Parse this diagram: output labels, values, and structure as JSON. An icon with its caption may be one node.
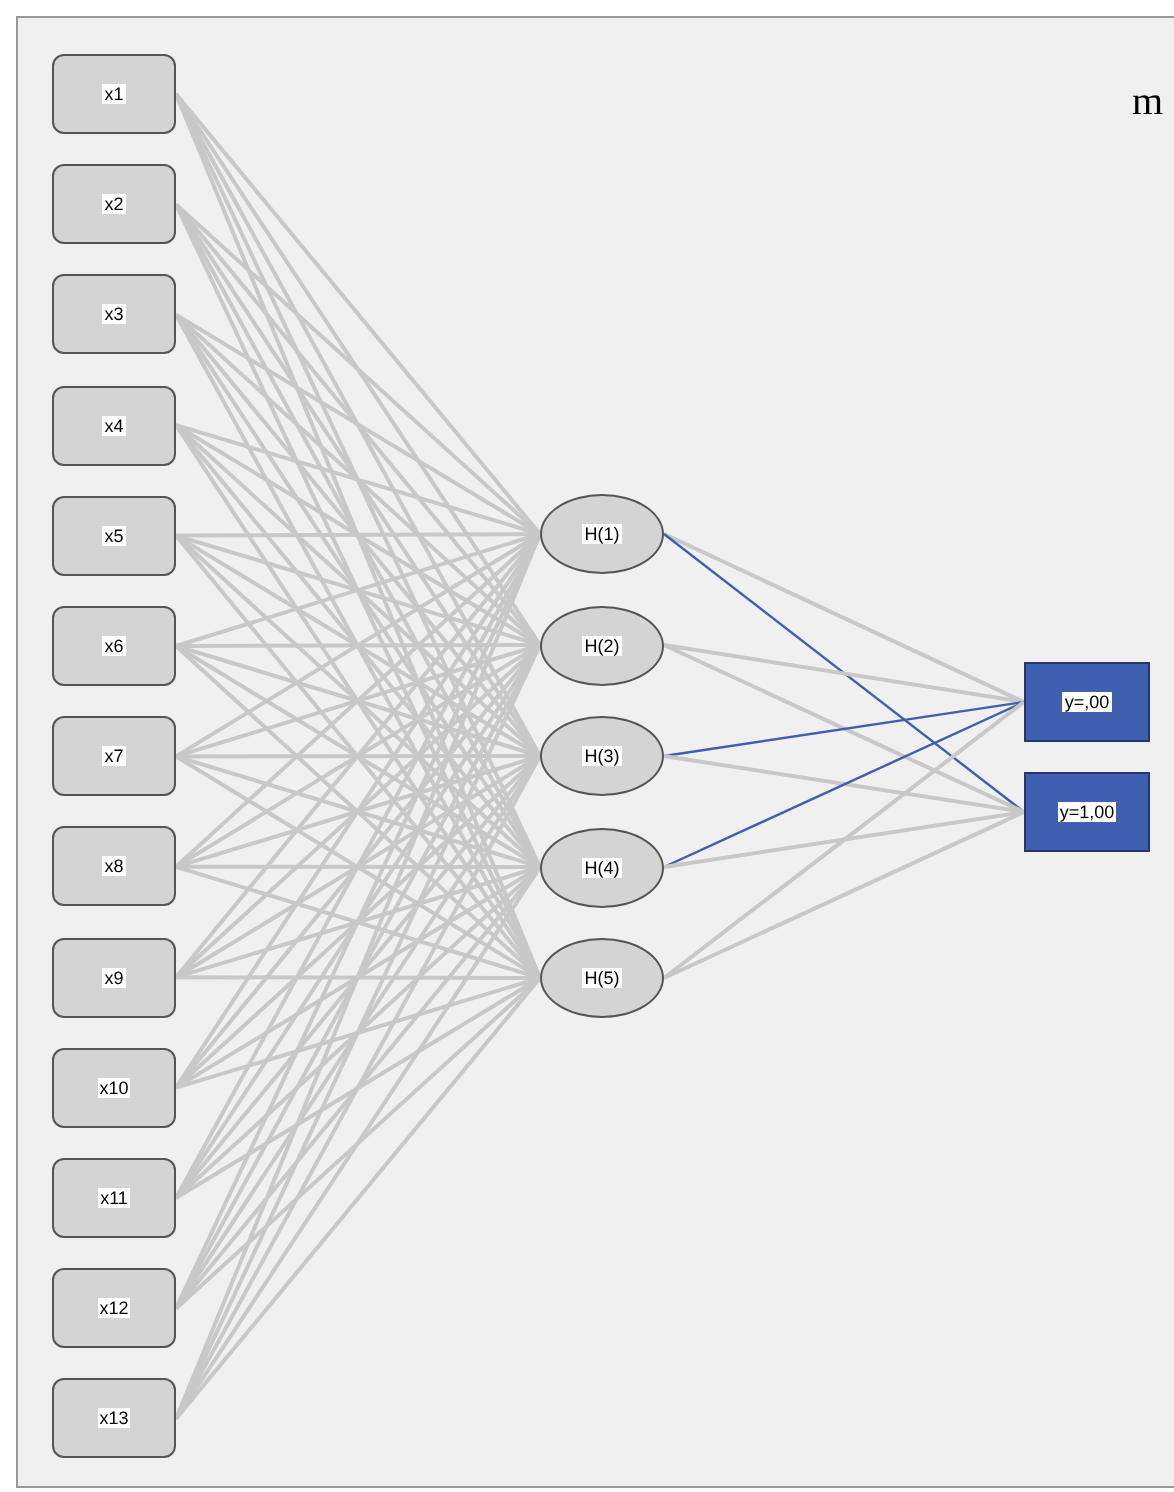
{
  "diagram": {
    "nodes": [
      {
        "text": [
          "x1"
        ]
      },
      {
        "text": [
          "x2"
        ]
      },
      {
        "text": [
          "x3"
        ]
      },
      {
        "text": [
          "x4"
        ]
      },
      {
        "text": [
          "x5"
        ]
      },
      {
        "text": [
          "x6"
        ]
      },
      {
        "text": [
          "x7"
        ]
      },
      {
        "text": [
          "x8"
        ]
      },
      {
        "text": [
          "x9"
        ]
      },
      {
        "text": [
          "x10"
        ]
      },
      {
        "text": [
          "x11"
        ]
      },
      {
        "text": [
          "x12"
        ]
      },
      {
        "text": [
          "x13"
        ]
      },
      {
        "text": [
          "H(1)"
        ]
      },
      {
        "text": [
          "H(2)"
        ]
      },
      {
        "text": [
          "H(3)"
        ]
      },
      {
        "text": [
          "H(4)"
        ]
      },
      {
        "text": [
          "H(5)"
        ]
      },
      {
        "text": [
          "y=,00"
        ]
      },
      {
        "text": [
          "y=1,00"
        ]
      }
    ],
    "edges": [
      {
        "from": 0,
        "to": 13,
        "arrow": "none"
      },
      {
        "from": 0,
        "to": 14,
        "arrow": "none"
      },
      {
        "from": 0,
        "to": 15,
        "arrow": "none"
      },
      {
        "from": 0,
        "to": 16,
        "arrow": "none"
      },
      {
        "from": 0,
        "to": 17,
        "arrow": "none"
      },
      {
        "from": 1,
        "to": 13,
        "arrow": "none"
      },
      {
        "from": 1,
        "to": 14,
        "arrow": "none"
      },
      {
        "from": 1,
        "to": 15,
        "arrow": "none"
      },
      {
        "from": 1,
        "to": 16,
        "arrow": "none"
      },
      {
        "from": 1,
        "to": 17,
        "arrow": "none"
      },
      {
        "from": 2,
        "to": 13,
        "arrow": "none"
      },
      {
        "from": 2,
        "to": 14,
        "arrow": "none"
      },
      {
        "from": 2,
        "to": 15,
        "arrow": "none"
      },
      {
        "from": 2,
        "to": 16,
        "arrow": "none"
      },
      {
        "from": 2,
        "to": 17,
        "arrow": "none"
      },
      {
        "from": 3,
        "to": 13,
        "arrow": "none"
      },
      {
        "from": 3,
        "to": 14,
        "arrow": "none"
      },
      {
        "from": 3,
        "to": 15,
        "arrow": "none"
      },
      {
        "from": 3,
        "to": 16,
        "arrow": "none"
      },
      {
        "from": 3,
        "to": 17,
        "arrow": "none"
      },
      {
        "from": 4,
        "to": 13,
        "arrow": "none"
      },
      {
        "from": 4,
        "to": 14,
        "arrow": "none"
      },
      {
        "from": 4,
        "to": 15,
        "arrow": "none"
      },
      {
        "from": 4,
        "to": 16,
        "arrow": "none"
      },
      {
        "from": 4,
        "to": 17,
        "arrow": "none"
      },
      {
        "from": 5,
        "to": 13,
        "arrow": "none"
      },
      {
        "from": 5,
        "to": 14,
        "arrow": "none"
      },
      {
        "from": 5,
        "to": 15,
        "arrow": "none"
      },
      {
        "from": 5,
        "to": 16,
        "arrow": "none"
      },
      {
        "from": 5,
        "to": 17,
        "arrow": "none"
      },
      {
        "from": 6,
        "to": 13,
        "arrow": "none"
      },
      {
        "from": 6,
        "to": 14,
        "arrow": "none"
      },
      {
        "from": 6,
        "to": 15,
        "arrow": "none"
      },
      {
        "from": 6,
        "to": 16,
        "arrow": "none"
      },
      {
        "from": 6,
        "to": 17,
        "arrow": "none"
      },
      {
        "from": 7,
        "to": 13,
        "arrow": "none"
      },
      {
        "from": 7,
        "to": 14,
        "arrow": "none"
      },
      {
        "from": 7,
        "to": 15,
        "arrow": "none"
      },
      {
        "from": 7,
        "to": 16,
        "arrow": "none"
      },
      {
        "from": 7,
        "to": 17,
        "arrow": "none"
      },
      {
        "from": 8,
        "to": 13,
        "arrow": "none"
      },
      {
        "from": 8,
        "to": 14,
        "arrow": "none"
      },
      {
        "from": 8,
        "to": 15,
        "arrow": "none"
      },
      {
        "from": 8,
        "to": 16,
        "arrow": "none"
      },
      {
        "from": 8,
        "to": 17,
        "arrow": "none"
      },
      {
        "from": 9,
        "to": 13,
        "arrow": "none"
      },
      {
        "from": 9,
        "to": 14,
        "arrow": "none"
      },
      {
        "from": 9,
        "to": 15,
        "arrow": "none"
      },
      {
        "from": 9,
        "to": 16,
        "arrow": "none"
      },
      {
        "from": 9,
        "to": 17,
        "arrow": "none"
      },
      {
        "from": 10,
        "to": 13,
        "arrow": "none"
      },
      {
        "from": 10,
        "to": 14,
        "arrow": "none"
      },
      {
        "from": 10,
        "to": 15,
        "arrow": "none"
      },
      {
        "from": 10,
        "to": 16,
        "arrow": "none"
      },
      {
        "from": 10,
        "to": 17,
        "arrow": "none"
      },
      {
        "from": 11,
        "to": 13,
        "arrow": "none"
      },
      {
        "from": 11,
        "to": 14,
        "arrow": "none"
      },
      {
        "from": 11,
        "to": 15,
        "arrow": "none"
      },
      {
        "from": 11,
        "to": 16,
        "arrow": "none"
      },
      {
        "from": 11,
        "to": 17,
        "arrow": "none"
      },
      {
        "from": 12,
        "to": 13,
        "arrow": "none"
      },
      {
        "from": 12,
        "to": 14,
        "arrow": "none"
      },
      {
        "from": 12,
        "to": 15,
        "arrow": "none"
      },
      {
        "from": 12,
        "to": 16,
        "arrow": "none"
      },
      {
        "from": 12,
        "to": 17,
        "arrow": "none"
      },
      {
        "from": 13,
        "to": 18,
        "arrow": "none"
      },
      {
        "from": 13,
        "to": 19,
        "arrow": "none",
        "color": "#3f5fb0"
      },
      {
        "from": 14,
        "to": 18,
        "arrow": "none"
      },
      {
        "from": 14,
        "to": 19,
        "arrow": "none"
      },
      {
        "from": 15,
        "to": 18,
        "arrow": "none",
        "color": "#3f5fb0"
      },
      {
        "from": 15,
        "to": 19,
        "arrow": "none"
      },
      {
        "from": 16,
        "to": 18,
        "arrow": "none",
        "color": "#3f5fb0"
      },
      {
        "from": 16,
        "to": 19,
        "arrow": "none"
      },
      {
        "from": 17,
        "to": 18,
        "arrow": "none"
      },
      {
        "from": 17,
        "to": 19,
        "arrow": "none"
      }
    ],
    "labels": [
      "m"
    ]
  }
}
